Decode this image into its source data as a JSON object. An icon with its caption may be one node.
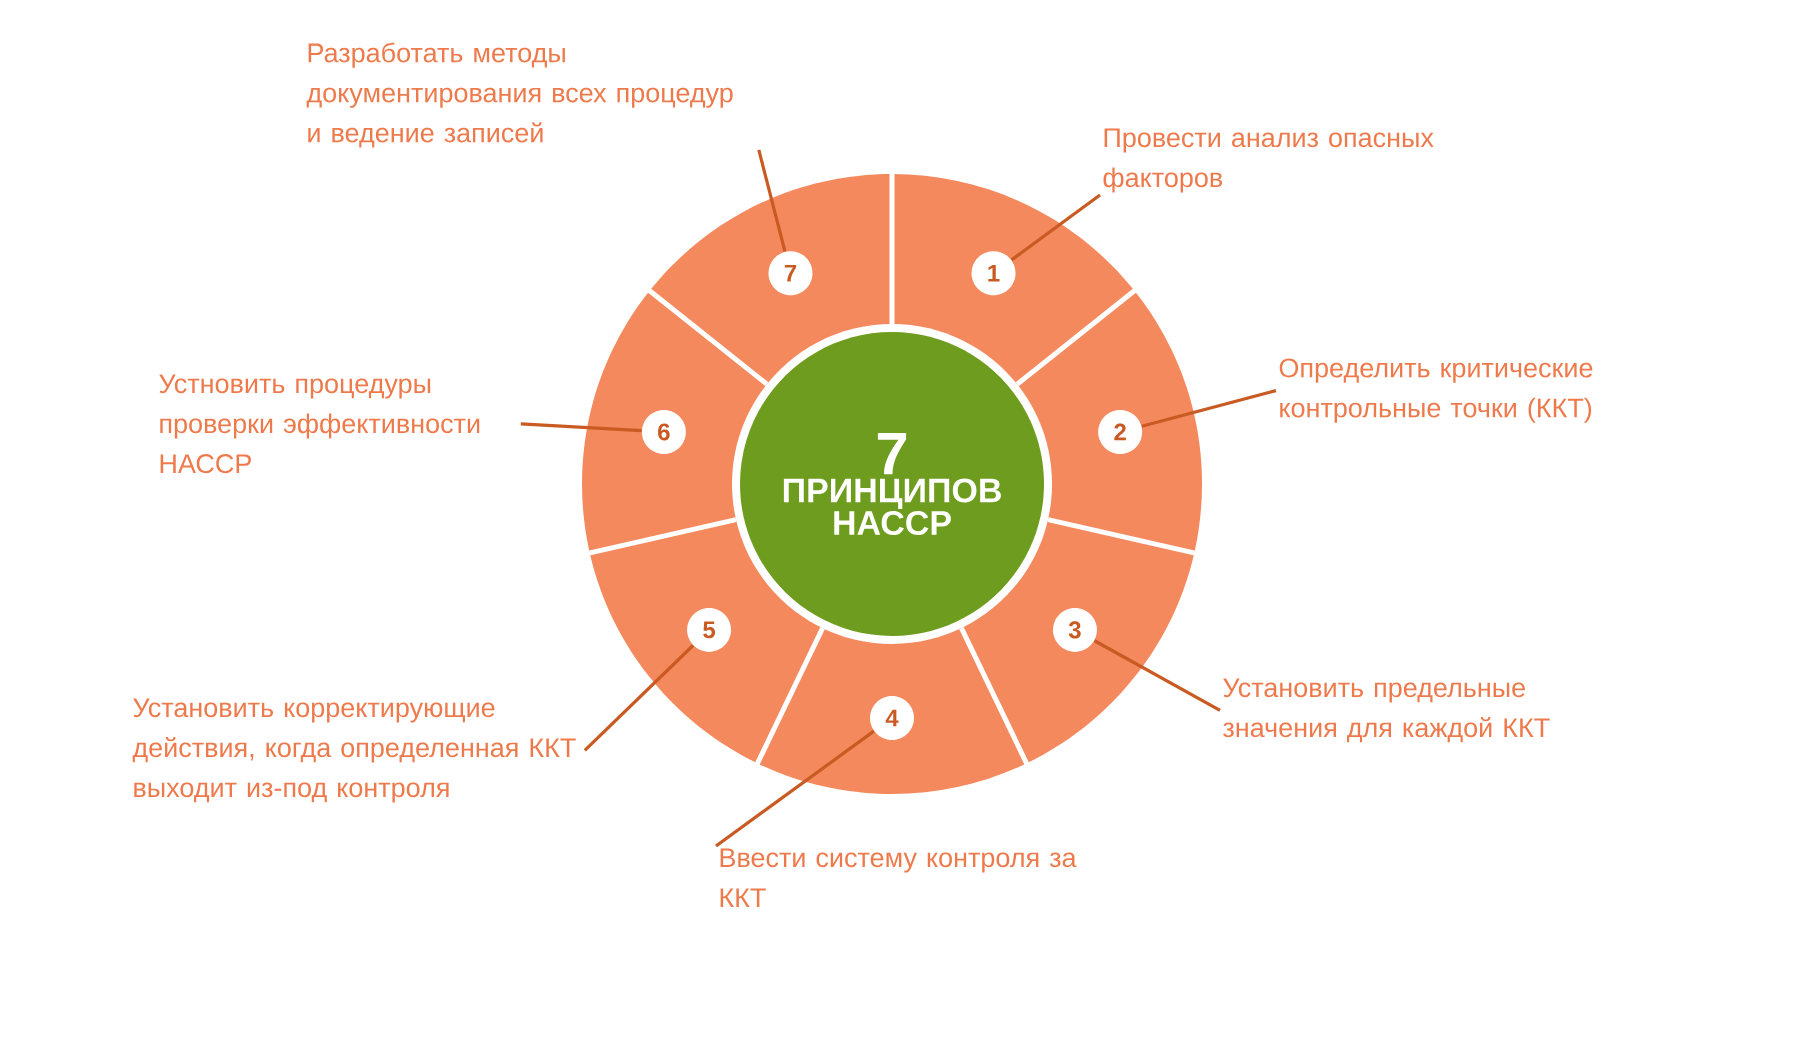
{
  "diagram": {
    "nodes": [
      {
        "text": [
          "7",
          "ПРИНЦИПОВ НАССР"
        ]
      },
      {
        "text": [
          "1"
        ]
      },
      {
        "text": [
          "2"
        ]
      },
      {
        "text": [
          "3"
        ]
      },
      {
        "text": [
          "4"
        ]
      },
      {
        "text": [
          "5"
        ]
      },
      {
        "text": [
          "6"
        ]
      },
      {
        "text": [
          "7"
        ]
      },
      {
        "text": [
          "Разработать методы документирования всех процедур и ведение записей"
        ]
      },
      {
        "text": [
          "Провести анализ опасных факторов"
        ]
      },
      {
        "text": [
          "Определить критические контрольные точки (ККТ)"
        ]
      },
      {
        "text": [
          "Устновить процедуры проверки эффективности НАССР"
        ]
      },
      {
        "text": [
          "Установить предельные значения для каждой ККТ"
        ]
      },
      {
        "text": [
          "Установить корректирующие действия, когда определенная ККТ выходит из-под контроля"
        ]
      },
      {
        "text": [
          "Ввести систему контроля за ККТ"
        ]
      }
    ],
    "edges": [
      {
        "from": 8,
        "to": 7,
        "arrow": "none"
      },
      {
        "from": 9,
        "to": 1,
        "arrow": "none"
      },
      {
        "from": 10,
        "to": 2,
        "arrow": "none"
      },
      {
        "from": 11,
        "to": 6,
        "arrow": "none"
      },
      {
        "from": 12,
        "to": 3,
        "arrow": "none"
      },
      {
        "from": 13,
        "to": 5,
        "arrow": "none"
      },
      {
        "from": 14,
        "to": 4,
        "arrow": "none"
      }
    ]
  }
}
